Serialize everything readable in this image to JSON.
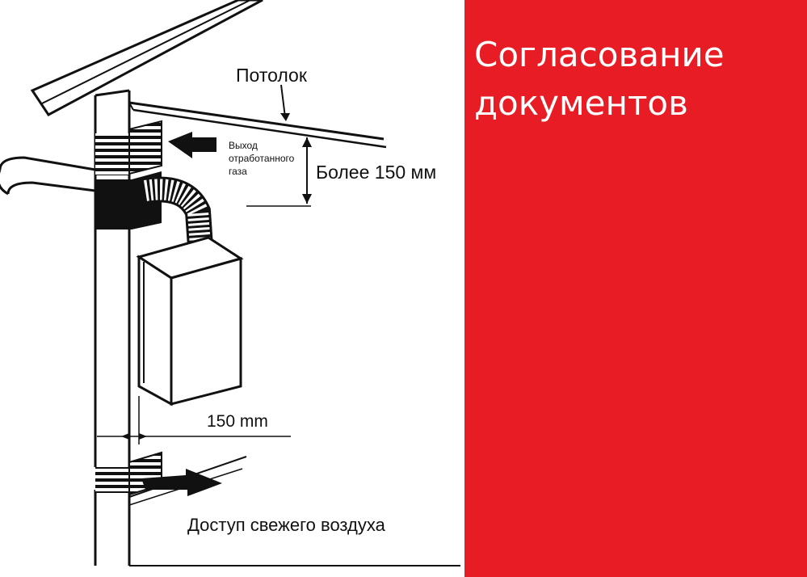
{
  "diagram": {
    "labels": {
      "ceiling": "Потолок",
      "exhaust": "Выход отработанного газа",
      "min_distance": "Более 150 мм",
      "side_distance": "150 mm",
      "fresh_air": "Доступ свежего воздуха"
    }
  },
  "panel": {
    "title": "Согласование\nдокументов",
    "background": "#e81c24",
    "text_color": "#ffffff"
  }
}
